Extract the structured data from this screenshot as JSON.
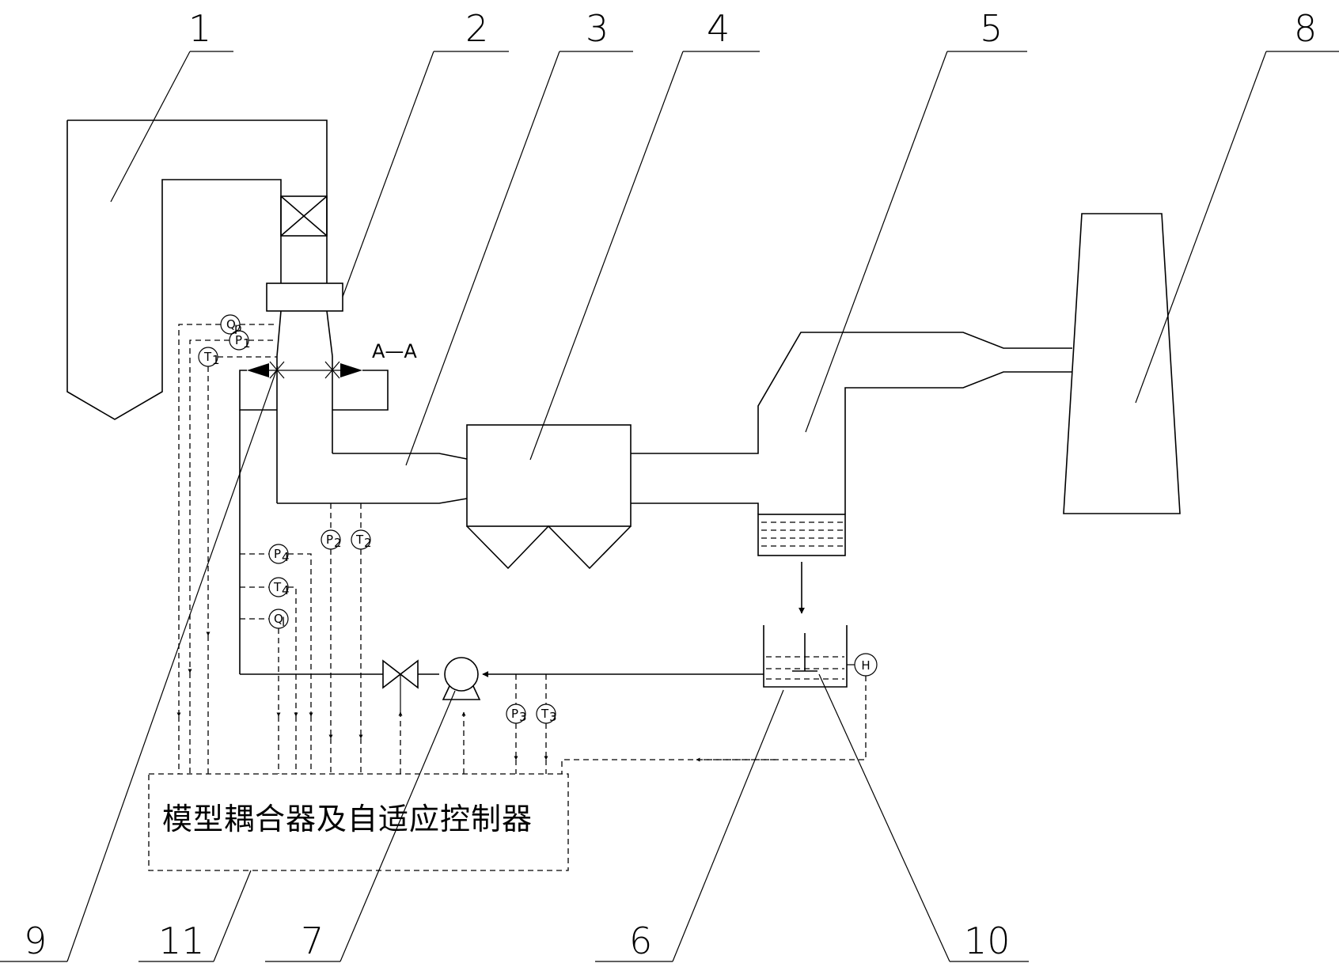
{
  "labels": {
    "boiler": "1",
    "scr_reactor": "2",
    "flue_duct": "3",
    "precipitator": "4",
    "desulfurizer": "5",
    "tank": "6",
    "pump": "7",
    "chimney": "8",
    "spray_grid": "9",
    "stirrer": "10",
    "controller_ref": "11"
  },
  "section_label": "A—A",
  "controller": {
    "text": "模型耦合器及自适应控制器"
  },
  "instruments": {
    "qp": {
      "main": "Q",
      "sub": "p"
    },
    "p1": {
      "main": "P",
      "sub": "1"
    },
    "t1": {
      "main": "T",
      "sub": "1"
    },
    "p2": {
      "main": "P",
      "sub": "2"
    },
    "t2": {
      "main": "T",
      "sub": "2"
    },
    "p3": {
      "main": "P",
      "sub": "3"
    },
    "t3": {
      "main": "T",
      "sub": "3"
    },
    "p4": {
      "main": "P",
      "sub": "4"
    },
    "t4": {
      "main": "T",
      "sub": "4"
    },
    "ql": {
      "main": "Q",
      "sub": "l"
    },
    "h": {
      "main": "H",
      "sub": ""
    }
  }
}
